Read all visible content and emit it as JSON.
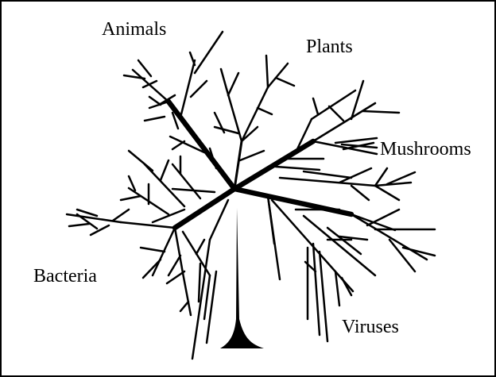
{
  "diagram": {
    "colors": {
      "line": "#000000",
      "background": "#ffffff"
    },
    "labels": {
      "animals": "Animals",
      "plants": "Plants",
      "mushrooms": "Mushrooms",
      "bacteria": "Bacteria",
      "viruses": "Viruses"
    }
  }
}
